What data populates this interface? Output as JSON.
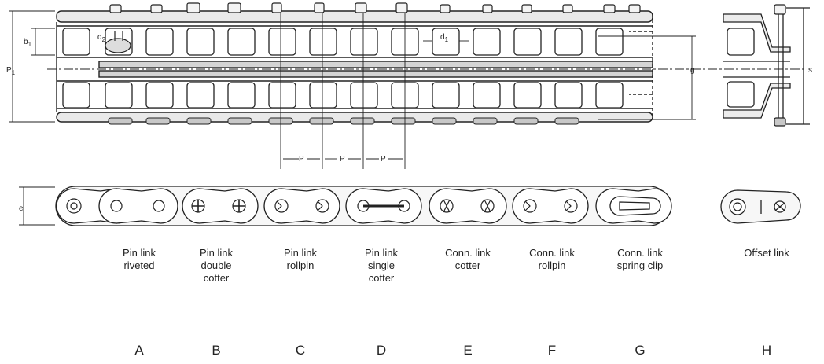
{
  "dimensions": {
    "p1": "P1",
    "p": "P",
    "b1": "b1",
    "d1": "d1",
    "d2": "d2",
    "g": "g",
    "e": "e",
    "s": "s"
  },
  "link_types": [
    {
      "letter": "A",
      "lines": [
        "Pin link",
        "riveted"
      ]
    },
    {
      "letter": "B",
      "lines": [
        "Pin link",
        "double",
        "cotter"
      ]
    },
    {
      "letter": "C",
      "lines": [
        "Pin link",
        "rollpin"
      ]
    },
    {
      "letter": "D",
      "lines": [
        "Pin link",
        "single",
        "cotter"
      ]
    },
    {
      "letter": "E",
      "lines": [
        "Conn. link",
        "cotter"
      ]
    },
    {
      "letter": "F",
      "lines": [
        "Conn. link",
        "rollpin"
      ]
    },
    {
      "letter": "G",
      "lines": [
        "Conn. link",
        "spring clip"
      ]
    },
    {
      "letter": "H",
      "lines": [
        "Offset link"
      ]
    }
  ]
}
